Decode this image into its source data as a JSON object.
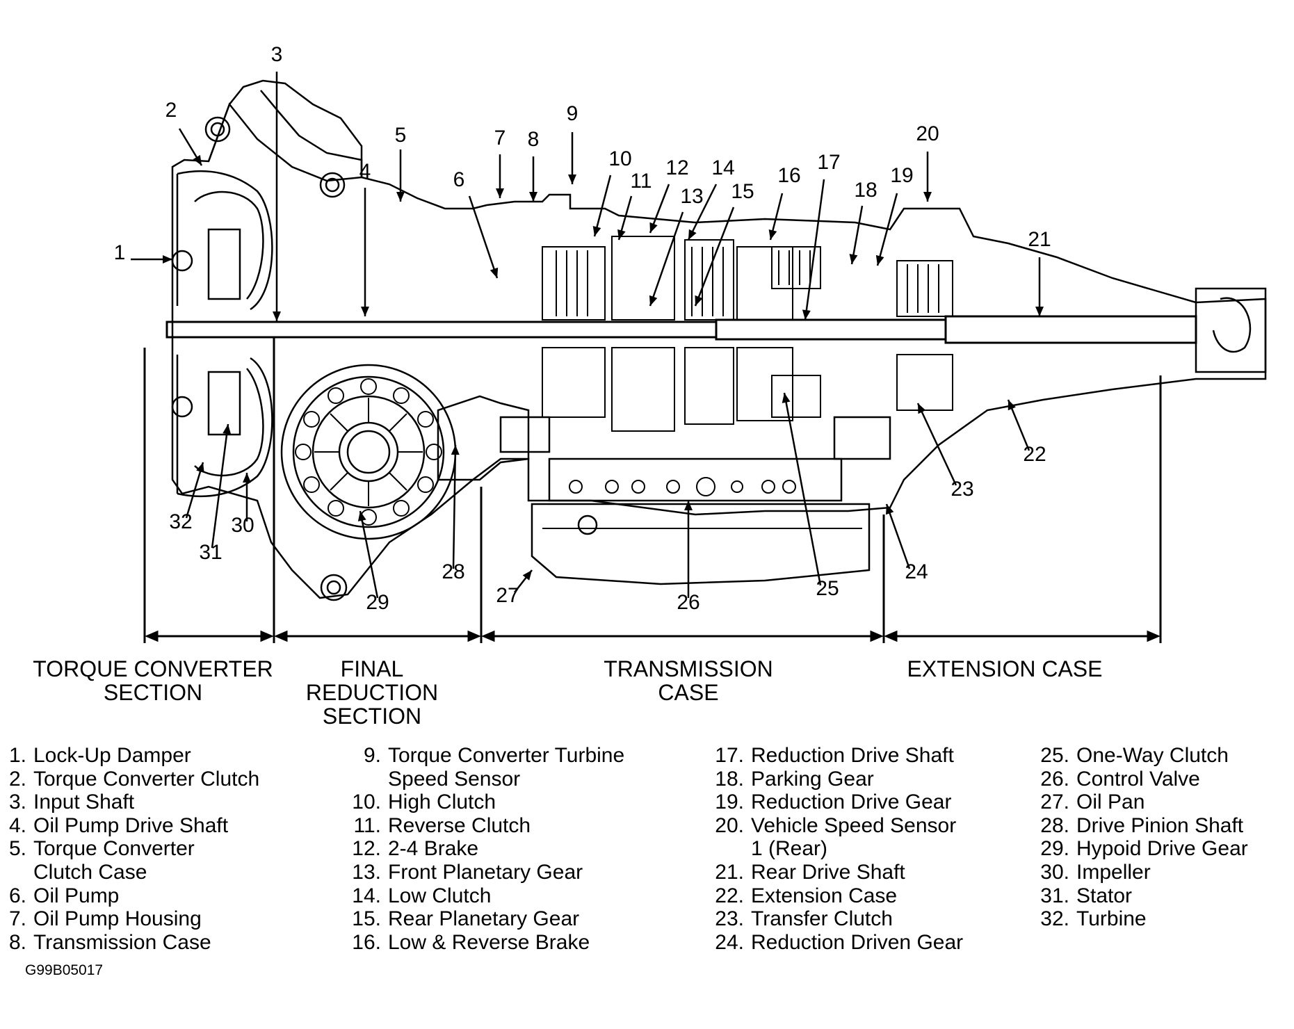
{
  "callouts": [
    "1",
    "2",
    "3",
    "4",
    "5",
    "6",
    "7",
    "8",
    "9",
    "10",
    "11",
    "12",
    "13",
    "14",
    "15",
    "16",
    "17",
    "18",
    "19",
    "20",
    "21",
    "22",
    "23",
    "24",
    "25",
    "26",
    "27",
    "28",
    "29",
    "30",
    "31",
    "32"
  ],
  "sections": [
    {
      "label": "TORQUE CONVERTER\nSECTION"
    },
    {
      "label": "FINAL\nREDUCTION\nSECTION"
    },
    {
      "label": "TRANSMISSION\nCASE"
    },
    {
      "label": "EXTENSION CASE"
    }
  ],
  "legend": {
    "col1": [
      {
        "num": "1.",
        "text": "Lock-Up Damper"
      },
      {
        "num": "2.",
        "text": "Torque Converter Clutch"
      },
      {
        "num": "3.",
        "text": "Input Shaft"
      },
      {
        "num": "4.",
        "text": "Oil Pump Drive Shaft"
      },
      {
        "num": "5.",
        "text": "Torque Converter",
        "cont": "Clutch Case"
      },
      {
        "num": "6.",
        "text": "Oil Pump"
      },
      {
        "num": "7.",
        "text": "Oil Pump Housing"
      },
      {
        "num": "8.",
        "text": "Transmission Case"
      }
    ],
    "col2": [
      {
        "num": "9.",
        "text": "Torque Converter Turbine",
        "cont": "Speed Sensor"
      },
      {
        "num": "10.",
        "text": "High Clutch"
      },
      {
        "num": "11.",
        "text": "Reverse Clutch"
      },
      {
        "num": "12.",
        "text": "2-4 Brake"
      },
      {
        "num": "13.",
        "text": "Front Planetary Gear"
      },
      {
        "num": "14.",
        "text": "Low Clutch"
      },
      {
        "num": "15.",
        "text": "Rear Planetary Gear"
      },
      {
        "num": "16.",
        "text": "Low & Reverse Brake"
      }
    ],
    "col3": [
      {
        "num": "17.",
        "text": "Reduction Drive Shaft"
      },
      {
        "num": "18.",
        "text": "Parking Gear"
      },
      {
        "num": "19.",
        "text": "Reduction Drive Gear"
      },
      {
        "num": "20.",
        "text": "Vehicle Speed Sensor",
        "cont": "1 (Rear)"
      },
      {
        "num": "21.",
        "text": "Rear Drive Shaft"
      },
      {
        "num": "22.",
        "text": "Extension Case"
      },
      {
        "num": "23.",
        "text": "Transfer Clutch"
      },
      {
        "num": "24.",
        "text": "Reduction Driven Gear"
      }
    ],
    "col4": [
      {
        "num": "25.",
        "text": "One-Way Clutch"
      },
      {
        "num": "26.",
        "text": "Control Valve"
      },
      {
        "num": "27.",
        "text": "Oil Pan"
      },
      {
        "num": "28.",
        "text": "Drive Pinion Shaft"
      },
      {
        "num": "29.",
        "text": "Hypoid Drive Gear"
      },
      {
        "num": "30.",
        "text": "Impeller"
      },
      {
        "num": "31.",
        "text": "Stator"
      },
      {
        "num": "32.",
        "text": "Turbine"
      }
    ]
  },
  "figure_id": "G99B05017"
}
